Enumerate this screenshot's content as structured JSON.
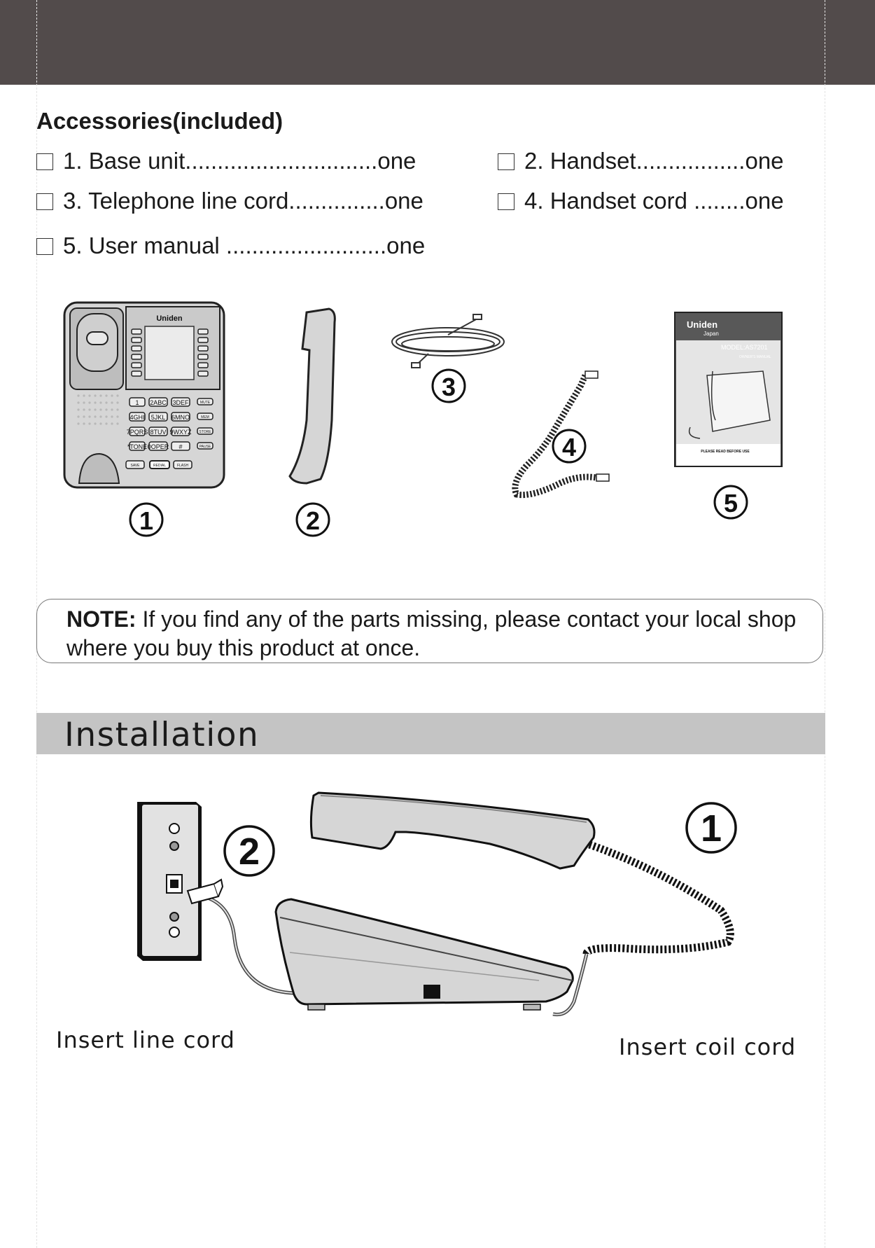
{
  "accessories": {
    "title": "Accessories(included)",
    "items": [
      "1.  Base unit..............................one",
      "2.  Handset.................one",
      "3.  Telephone line cord...............one",
      "4.  Handset cord ........one",
      "5.  User manual .........................one"
    ]
  },
  "figure": {
    "numbers": [
      "1",
      "2",
      "3",
      "4",
      "5"
    ],
    "phone_brand": "Uniden",
    "manual_brand": "Uniden",
    "manual_sub": "Japan",
    "manual_model": "MODEL:AS7201",
    "manual_caption": "OWNER'S MANUAL",
    "manual_footer": "PLEASE READ BEFORE USE",
    "keypad": [
      "1",
      "2ABC",
      "3DEF",
      "4GHI",
      "5JKL",
      "6MNO",
      "7PQRS",
      "8TUV",
      "9WXYZ",
      "*TONE",
      "0OPER",
      "#"
    ],
    "side_keys": [
      "MUTE",
      "MEM",
      "STORE",
      "PAUSE"
    ],
    "bottom_keys": [
      "SAVE",
      "REDIAL",
      "FLASH"
    ]
  },
  "note": {
    "label": "NOTE:",
    "text": " If you find any of the parts missing, please contact your local shop where you buy this product at once."
  },
  "installation": {
    "title": "Installation",
    "step_numbers": [
      "1",
      "2"
    ],
    "caption_line": "Insert line cord",
    "caption_coil": "Insert coil cord"
  }
}
